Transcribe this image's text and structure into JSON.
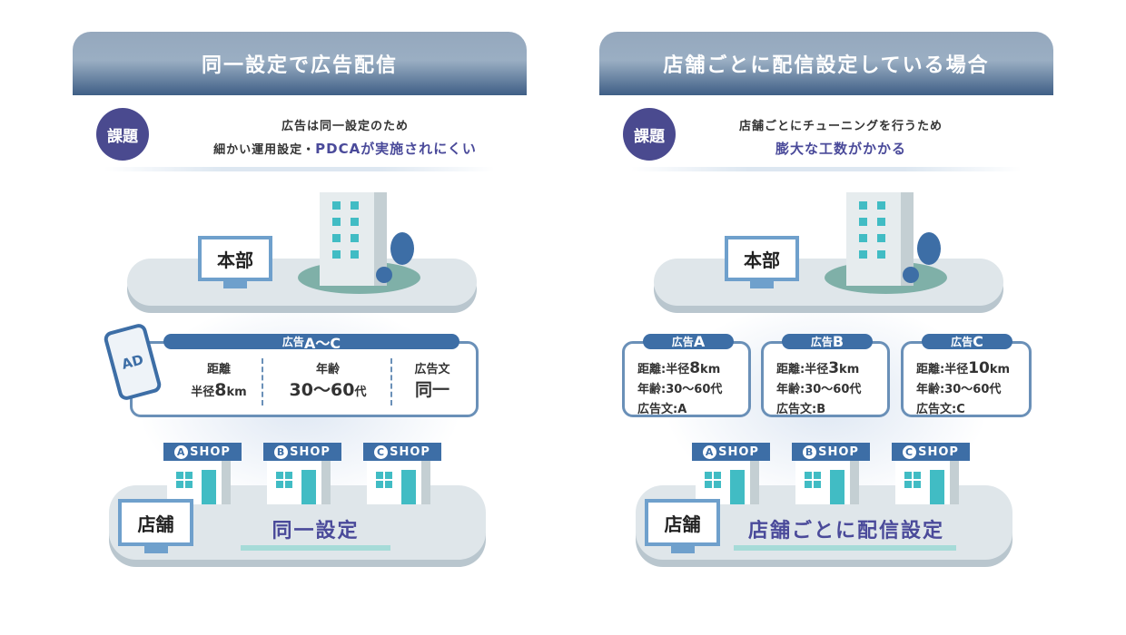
{
  "left": {
    "title": "同一設定で広告配信",
    "badge": "課題",
    "issue_line1": "広告は同一設定のため",
    "issue_line2_plain": "細かい運用設定・",
    "issue_line2_highlight": "PDCAが実施されにくい",
    "hq": "本部",
    "phone_label": "AD",
    "ad_label_prefix": "広告",
    "ad_label_range": "A～C",
    "cols": [
      {
        "label": "距離",
        "value_prefix": "半径",
        "value_num": "8",
        "value_unit": "km"
      },
      {
        "label": "年齢",
        "value": "30～60",
        "value_unit": "代"
      },
      {
        "label": "広告文",
        "value": "同一"
      }
    ],
    "shops": [
      {
        "letter": "A",
        "label": "SHOP"
      },
      {
        "letter": "B",
        "label": "SHOP"
      },
      {
        "letter": "C",
        "label": "SHOP"
      }
    ],
    "store": "店舗",
    "bottom": "同一設定"
  },
  "right": {
    "title": "店舗ごとに配信設定している場合",
    "badge": "課題",
    "issue_line1": "店舗ごとにチューニングを行うため",
    "issue_line2_highlight": "膨大な工数がかかる",
    "hq": "本部",
    "ads": [
      {
        "prefix": "広告",
        "letter": "A",
        "dist_label": "距離:半径",
        "dist": "8",
        "unit": "km",
        "age": "年齢:30～60代",
        "text": "広告文:A"
      },
      {
        "prefix": "広告",
        "letter": "B",
        "dist_label": "距離:半径",
        "dist": "3",
        "unit": "km",
        "age": "年齢:30～60代",
        "text": "広告文:B"
      },
      {
        "prefix": "広告",
        "letter": "C",
        "dist_label": "距離:半径",
        "dist": "10",
        "unit": "km",
        "age": "年齢:30～60代",
        "text": "広告文:C"
      }
    ],
    "shops": [
      {
        "letter": "A",
        "label": "SHOP"
      },
      {
        "letter": "B",
        "label": "SHOP"
      },
      {
        "letter": "C",
        "label": "SHOP"
      }
    ],
    "store": "店舗",
    "bottom": "店舗ごとに配信設定"
  },
  "colors": {
    "header_top": "#95a8bd",
    "header_bottom": "#3f5f86",
    "badge": "#4a4a8f",
    "accent_blue": "#3d6ea6",
    "teal": "#41bcc4",
    "highlight_text": "#4a4a9a"
  }
}
